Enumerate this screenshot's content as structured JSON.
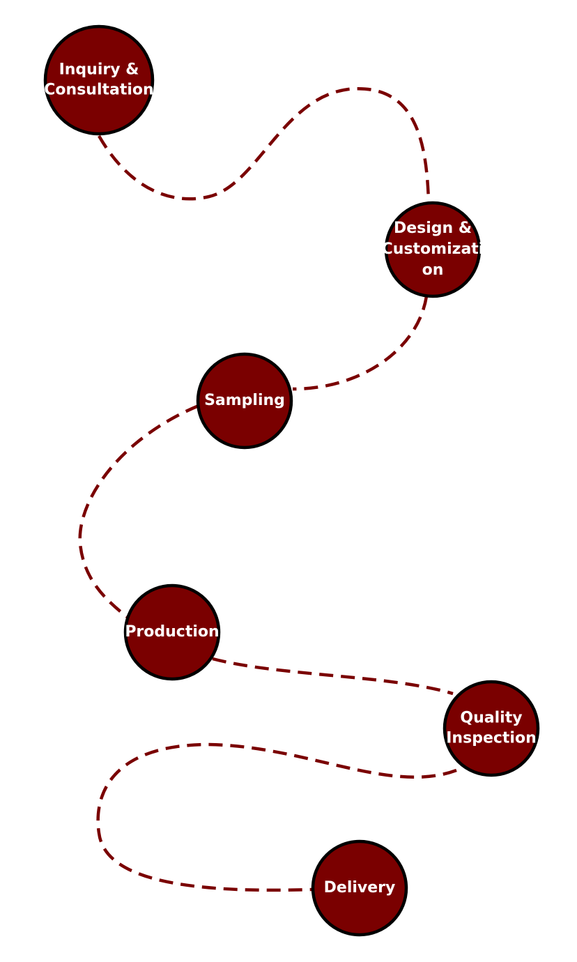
{
  "diagram": {
    "type": "process-flow",
    "colors": {
      "node_fill": "#7a0000",
      "node_stroke": "#000000",
      "connector": "#7a0000",
      "label": "#ffffff"
    },
    "steps": [
      {
        "id": "inquiry",
        "lines": [
          "Inquiry &",
          "Consultation"
        ]
      },
      {
        "id": "design",
        "lines": [
          "Design &",
          "Customizati",
          "on"
        ]
      },
      {
        "id": "sampling",
        "lines": [
          "Sampling"
        ]
      },
      {
        "id": "production",
        "lines": [
          "Production"
        ]
      },
      {
        "id": "quality",
        "lines": [
          "Quality",
          "Inspection"
        ]
      },
      {
        "id": "delivery",
        "lines": [
          "Delivery"
        ]
      }
    ]
  }
}
